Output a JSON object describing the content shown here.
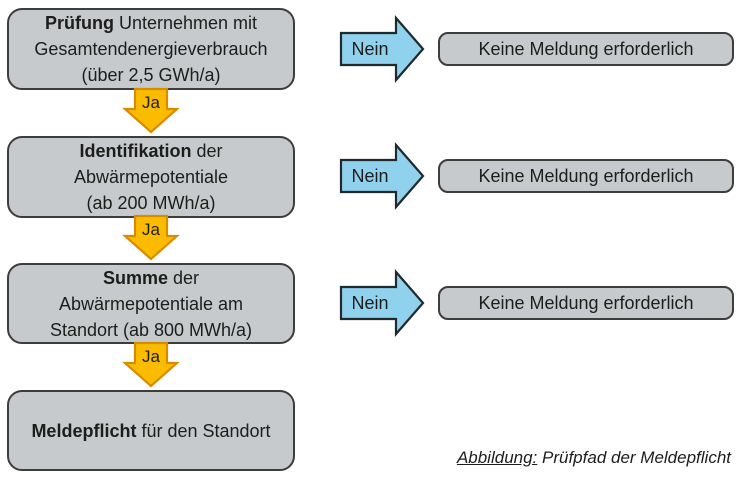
{
  "colors": {
    "box_fill": "#c6cacc",
    "box_border": "#3d3d3c",
    "blue_fill": "#90d2ed",
    "blue_border": "#1f2a2e",
    "yellow_fill": "#fbbc00",
    "yellow_border": "#d78c00",
    "text": "#1d1d1b"
  },
  "flow": {
    "yes_label": "Ja",
    "no_label": "Nein",
    "no_result": "Keine Meldung erforderlich",
    "steps": [
      {
        "lines": [
          {
            "bold": "Prüfung",
            "text": " Unternehmen mit"
          },
          {
            "bold": "",
            "text": "Gesamtendenergieverbrauch"
          },
          {
            "bold": "",
            "text": "(über 2,5 GWh/a)"
          }
        ]
      },
      {
        "lines": [
          {
            "bold": "Identifikation",
            "text": " der"
          },
          {
            "bold": "",
            "text": "Abwärmepotentiale"
          },
          {
            "bold": "",
            "text": "(ab 200 MWh/a)"
          }
        ]
      },
      {
        "lines": [
          {
            "bold": "Summe",
            "text": " der"
          },
          {
            "bold": "",
            "text": "Abwärmepotentiale am"
          },
          {
            "bold": "",
            "text": "Standort (ab 800 MWh/a)"
          }
        ]
      },
      {
        "lines": [
          {
            "bold": "Meldepflicht",
            "text": " für den Standort"
          }
        ]
      }
    ]
  },
  "caption": {
    "prefix": "Abbildung:",
    "text": " Prüfpfad der Meldepflicht"
  }
}
